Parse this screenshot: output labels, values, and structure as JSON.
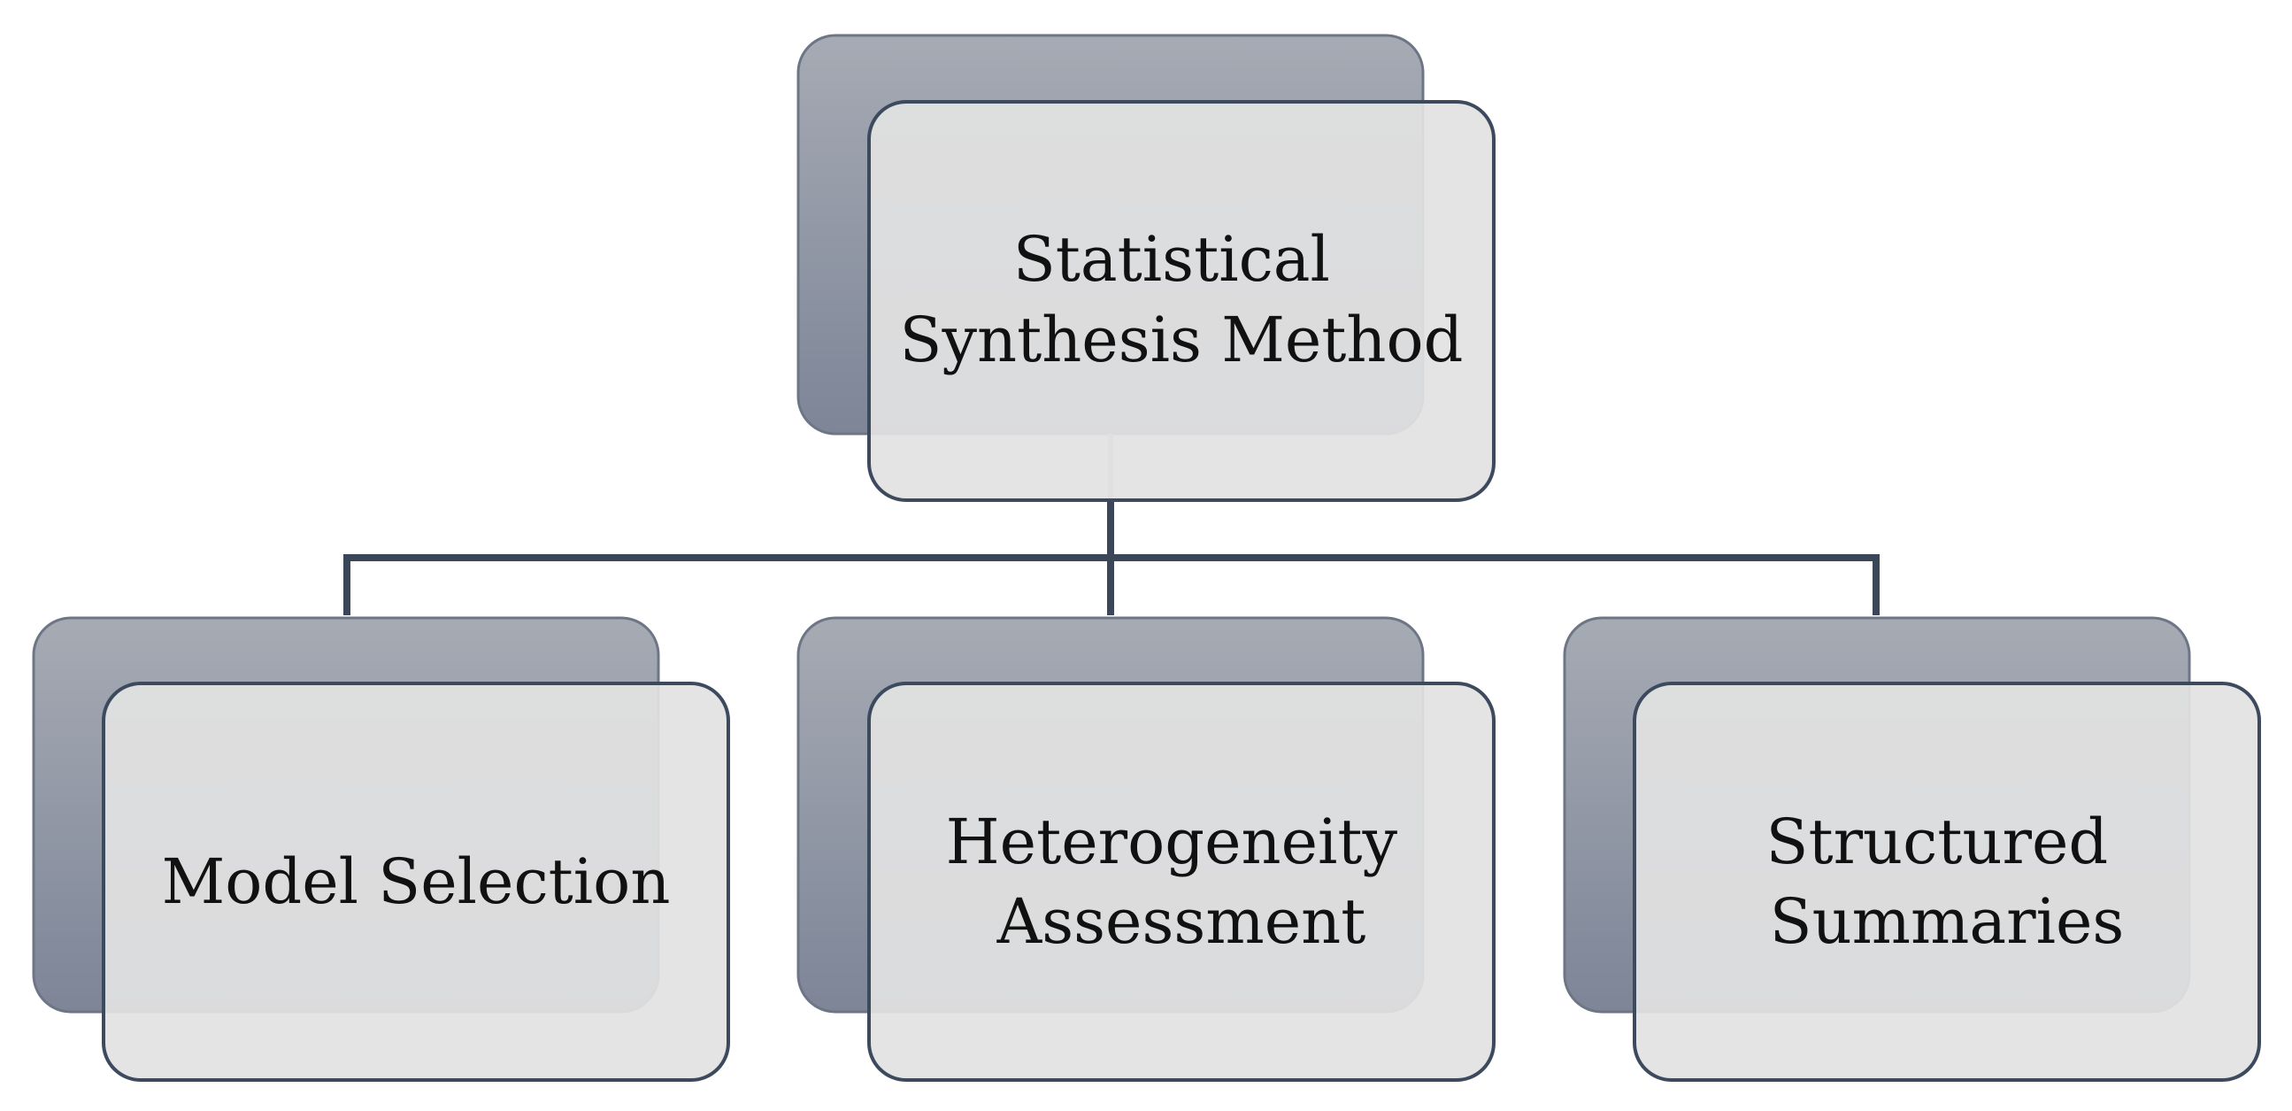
{
  "diagram": {
    "root": {
      "lines": [
        "Statistical",
        "Synthesis Method"
      ]
    },
    "children": [
      {
        "lines": [
          "Model Selection"
        ]
      },
      {
        "lines": [
          "Heterogeneity",
          "Assessment"
        ]
      },
      {
        "lines": [
          "Structured",
          "Summaries"
        ]
      }
    ]
  },
  "colors": {
    "connector": "#3b4658",
    "back_card_top": "#a5aab3",
    "back_card_bottom": "#7d8596",
    "front_card_fill": "#e2e2e2",
    "front_card_border": "#3d4a5e",
    "text": "#111111"
  }
}
